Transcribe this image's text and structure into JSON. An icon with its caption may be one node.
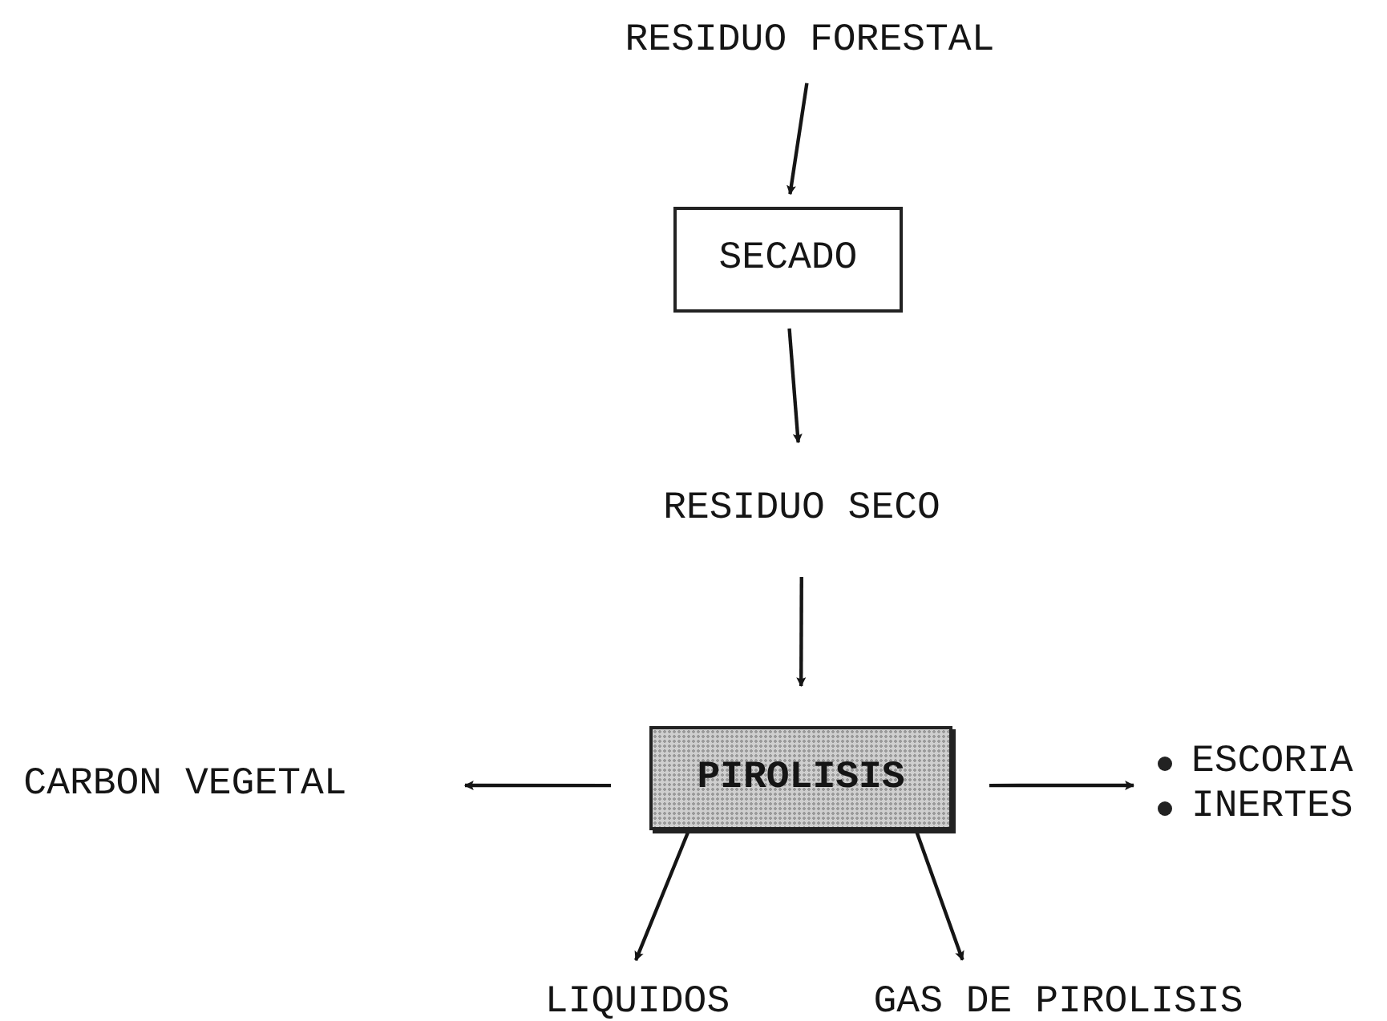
{
  "diagram": {
    "nodes": [
      {
        "text": [
          "RESIDUO FORESTAL"
        ]
      },
      {
        "text": [
          "SECADO"
        ]
      },
      {
        "text": [
          "RESIDUO SECO"
        ]
      },
      {
        "text": [
          "PIROLISIS"
        ]
      },
      {
        "text": [
          "CARBON VEGETAL"
        ]
      },
      {
        "text": [
          "ESCORIA",
          "INERTES"
        ]
      },
      {
        "text": [
          "LIQUIDOS"
        ]
      },
      {
        "text": [
          "GAS DE PIROLISIS"
        ]
      }
    ],
    "edges": [
      {
        "from": 0,
        "to": 1,
        "arrow": "to"
      },
      {
        "from": 1,
        "to": 2,
        "arrow": "to"
      },
      {
        "from": 2,
        "to": 3,
        "arrow": "to"
      },
      {
        "from": 3,
        "to": 4,
        "arrow": "to"
      },
      {
        "from": 3,
        "to": 5,
        "arrow": "to"
      },
      {
        "from": 3,
        "to": 6,
        "arrow": "to"
      },
      {
        "from": 3,
        "to": 7,
        "arrow": "to"
      }
    ]
  }
}
